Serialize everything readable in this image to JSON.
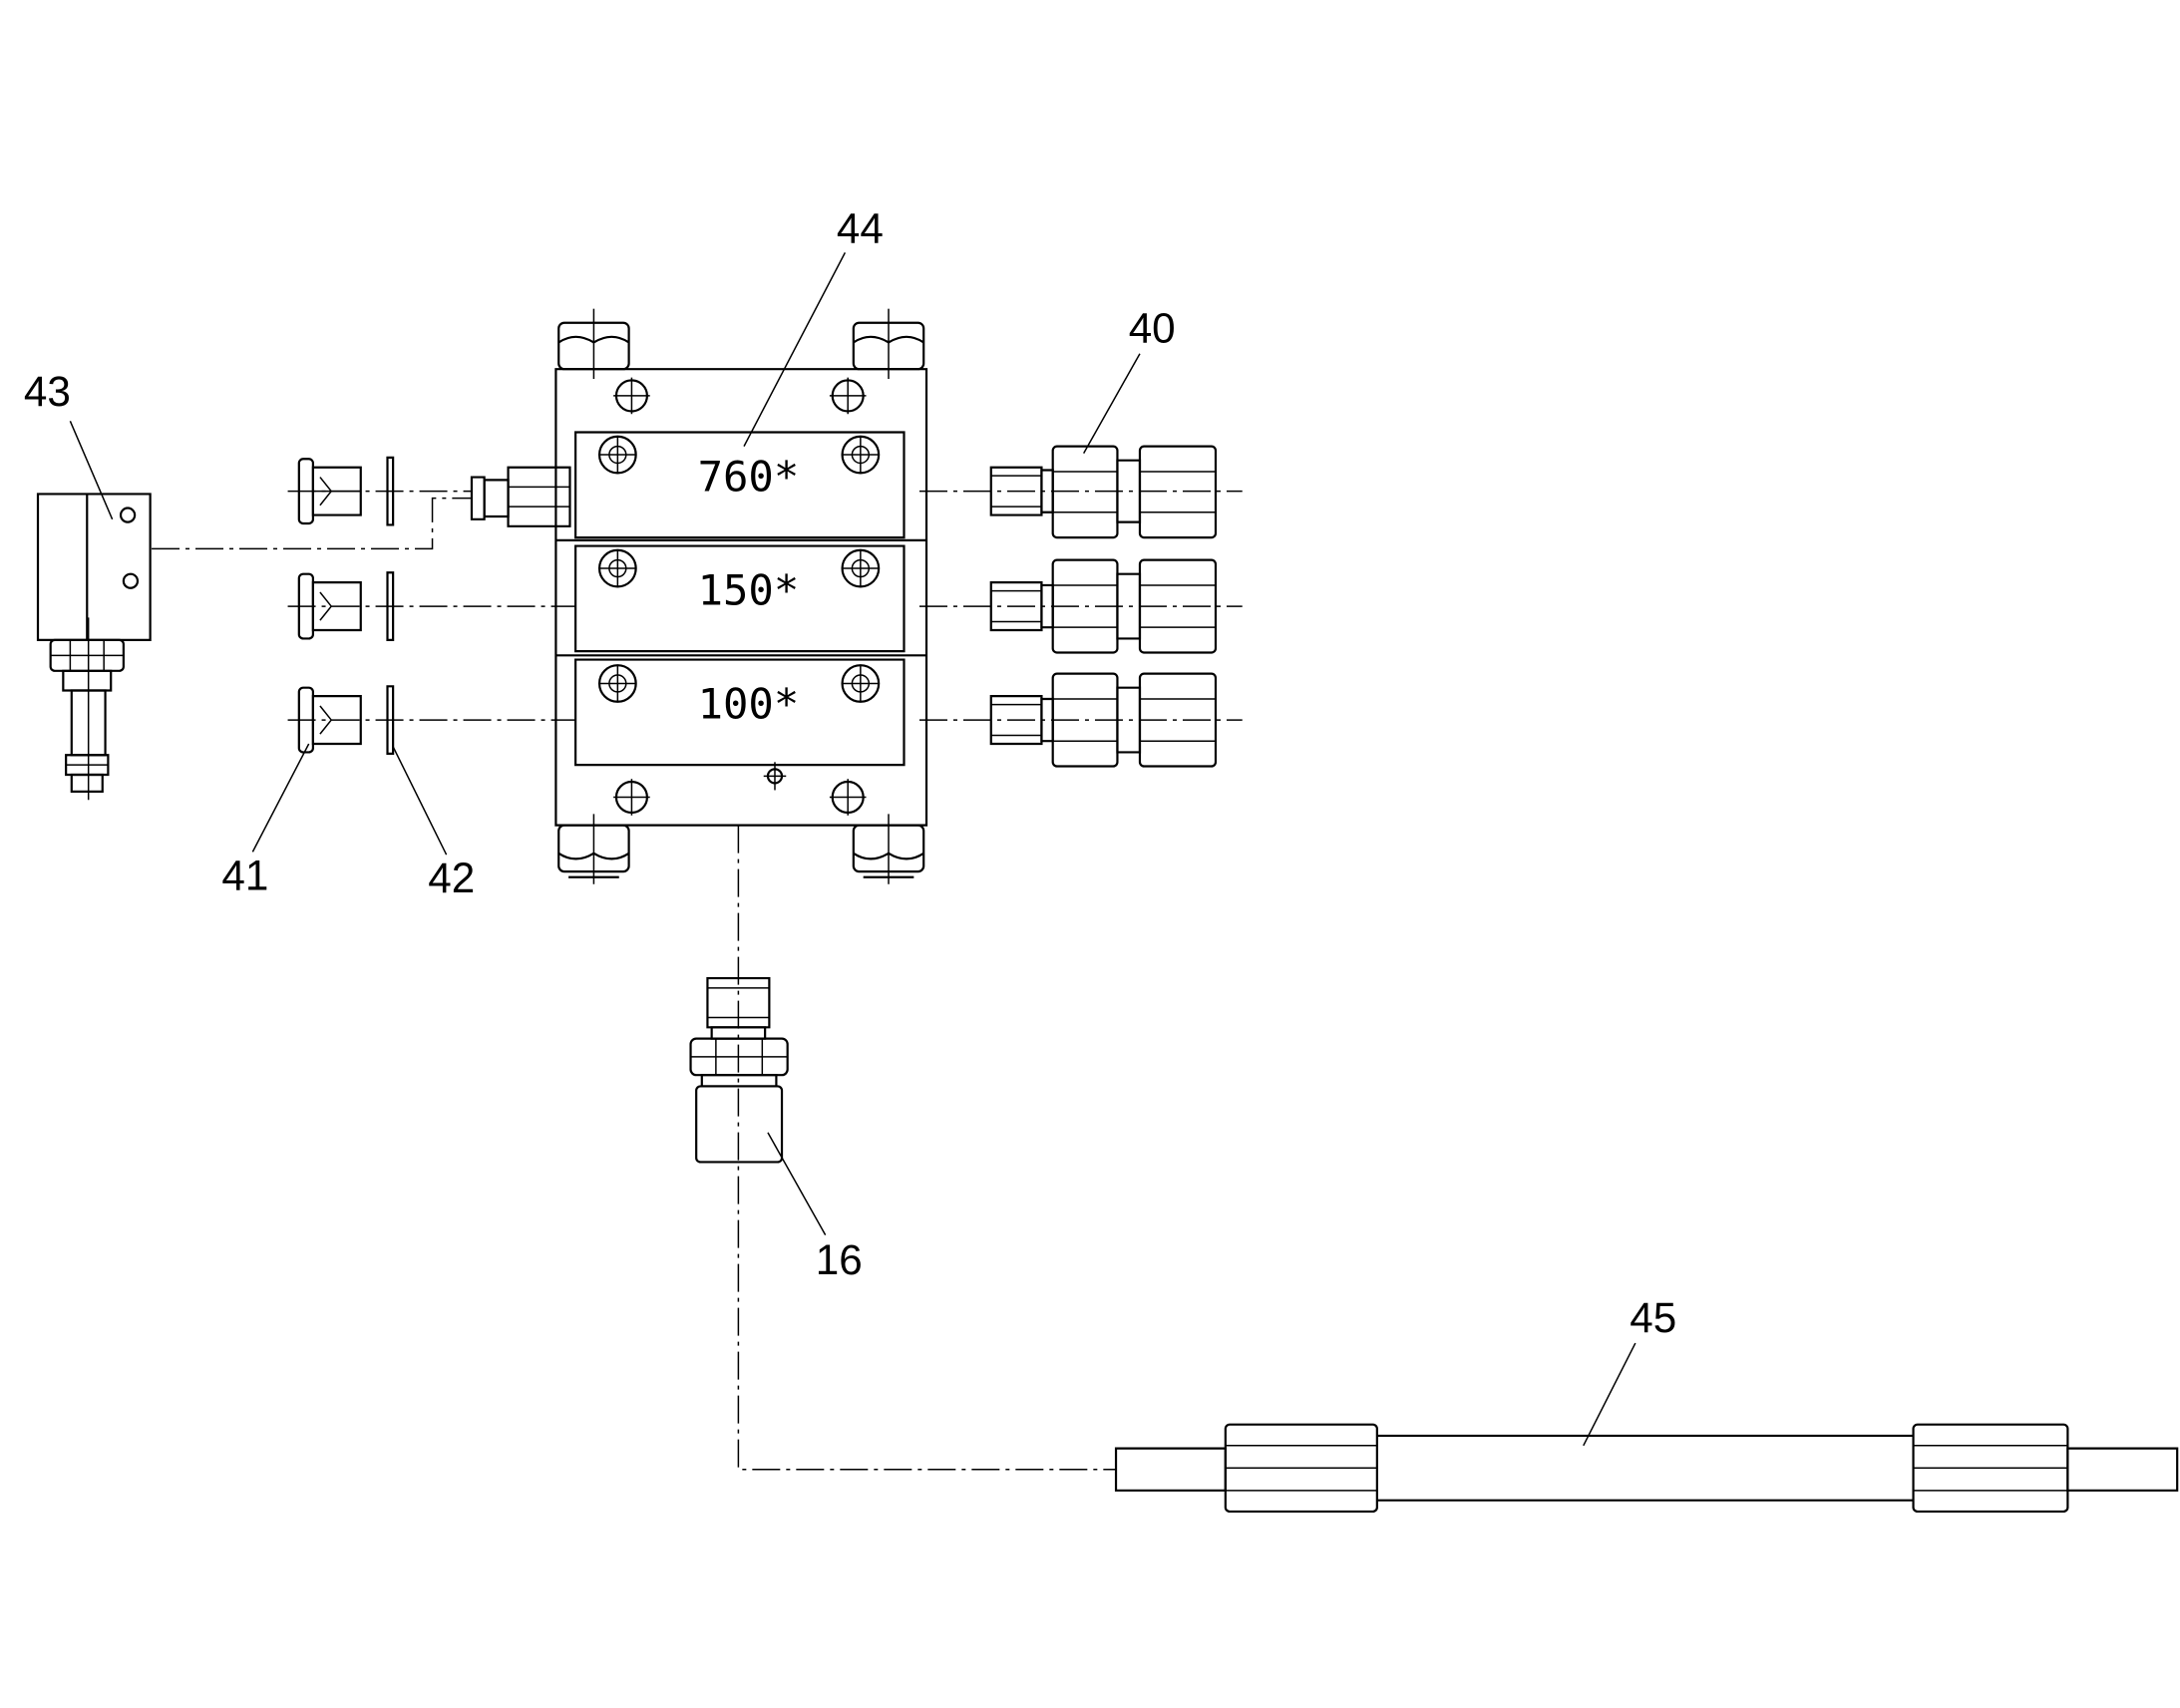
{
  "callouts": {
    "c16": "16",
    "c40": "40",
    "c41": "41",
    "c42": "42",
    "c43": "43",
    "c44": "44",
    "c45": "45"
  },
  "plates": {
    "p1": "760*",
    "p2": "150*",
    "p3": "100*"
  }
}
